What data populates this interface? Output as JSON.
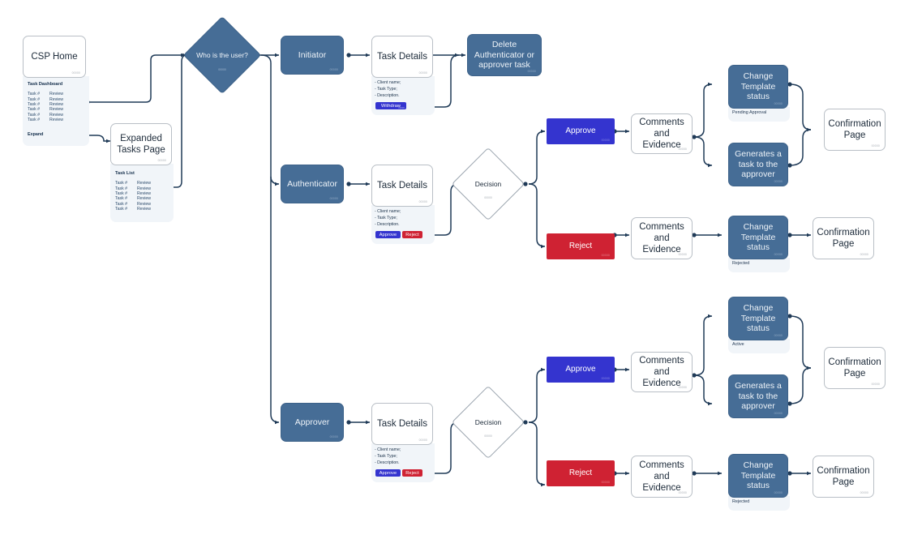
{
  "diagram": {
    "title": "Task approval workflow flowchart",
    "colors": {
      "process_fill": "#466d96",
      "card_fill": "#ffffff",
      "panel_fill": "#f1f5f9",
      "approve": "#3434cf",
      "reject": "#cf2233",
      "connector": "#1f3a57"
    },
    "micro_label": "00000"
  },
  "nodes": {
    "csp_home": "CSP Home",
    "expanded_tasks_page": "Expanded\nTasks Page",
    "who_is_user": "Who is the user?",
    "initiator": "Initiator",
    "authenticator": "Authenticator",
    "approver": "Approver",
    "task_details": "Task Details",
    "delete_task": "Delete\nAuthenticator or\napprover task",
    "decision": "Decision",
    "approve": "Approve",
    "reject": "Reject",
    "comments_evidence": "Comments\nand Evidence",
    "change_template_status": "Change\nTemplate\nstatus",
    "generates_task": "Generates a\ntask to the\napprover",
    "confirmation_page": "Confirmation\nPage"
  },
  "panels": {
    "task_dashboard_title": "Task Dashboard",
    "task_list_title": "Task List",
    "expand_link": "Expand",
    "task_row_label": "Task #",
    "review_label": "Review",
    "dashboard_rows": 6,
    "list_rows": 6,
    "details_lines": "- Client name;\n- Task Type;\n- Description."
  },
  "buttons": {
    "withdraw": "Withdraw",
    "approve": "Approve",
    "reject": "Reject"
  },
  "status_captions": {
    "pending_approval": "Pending Approval",
    "rejected": "Rejected",
    "active": "Active"
  }
}
